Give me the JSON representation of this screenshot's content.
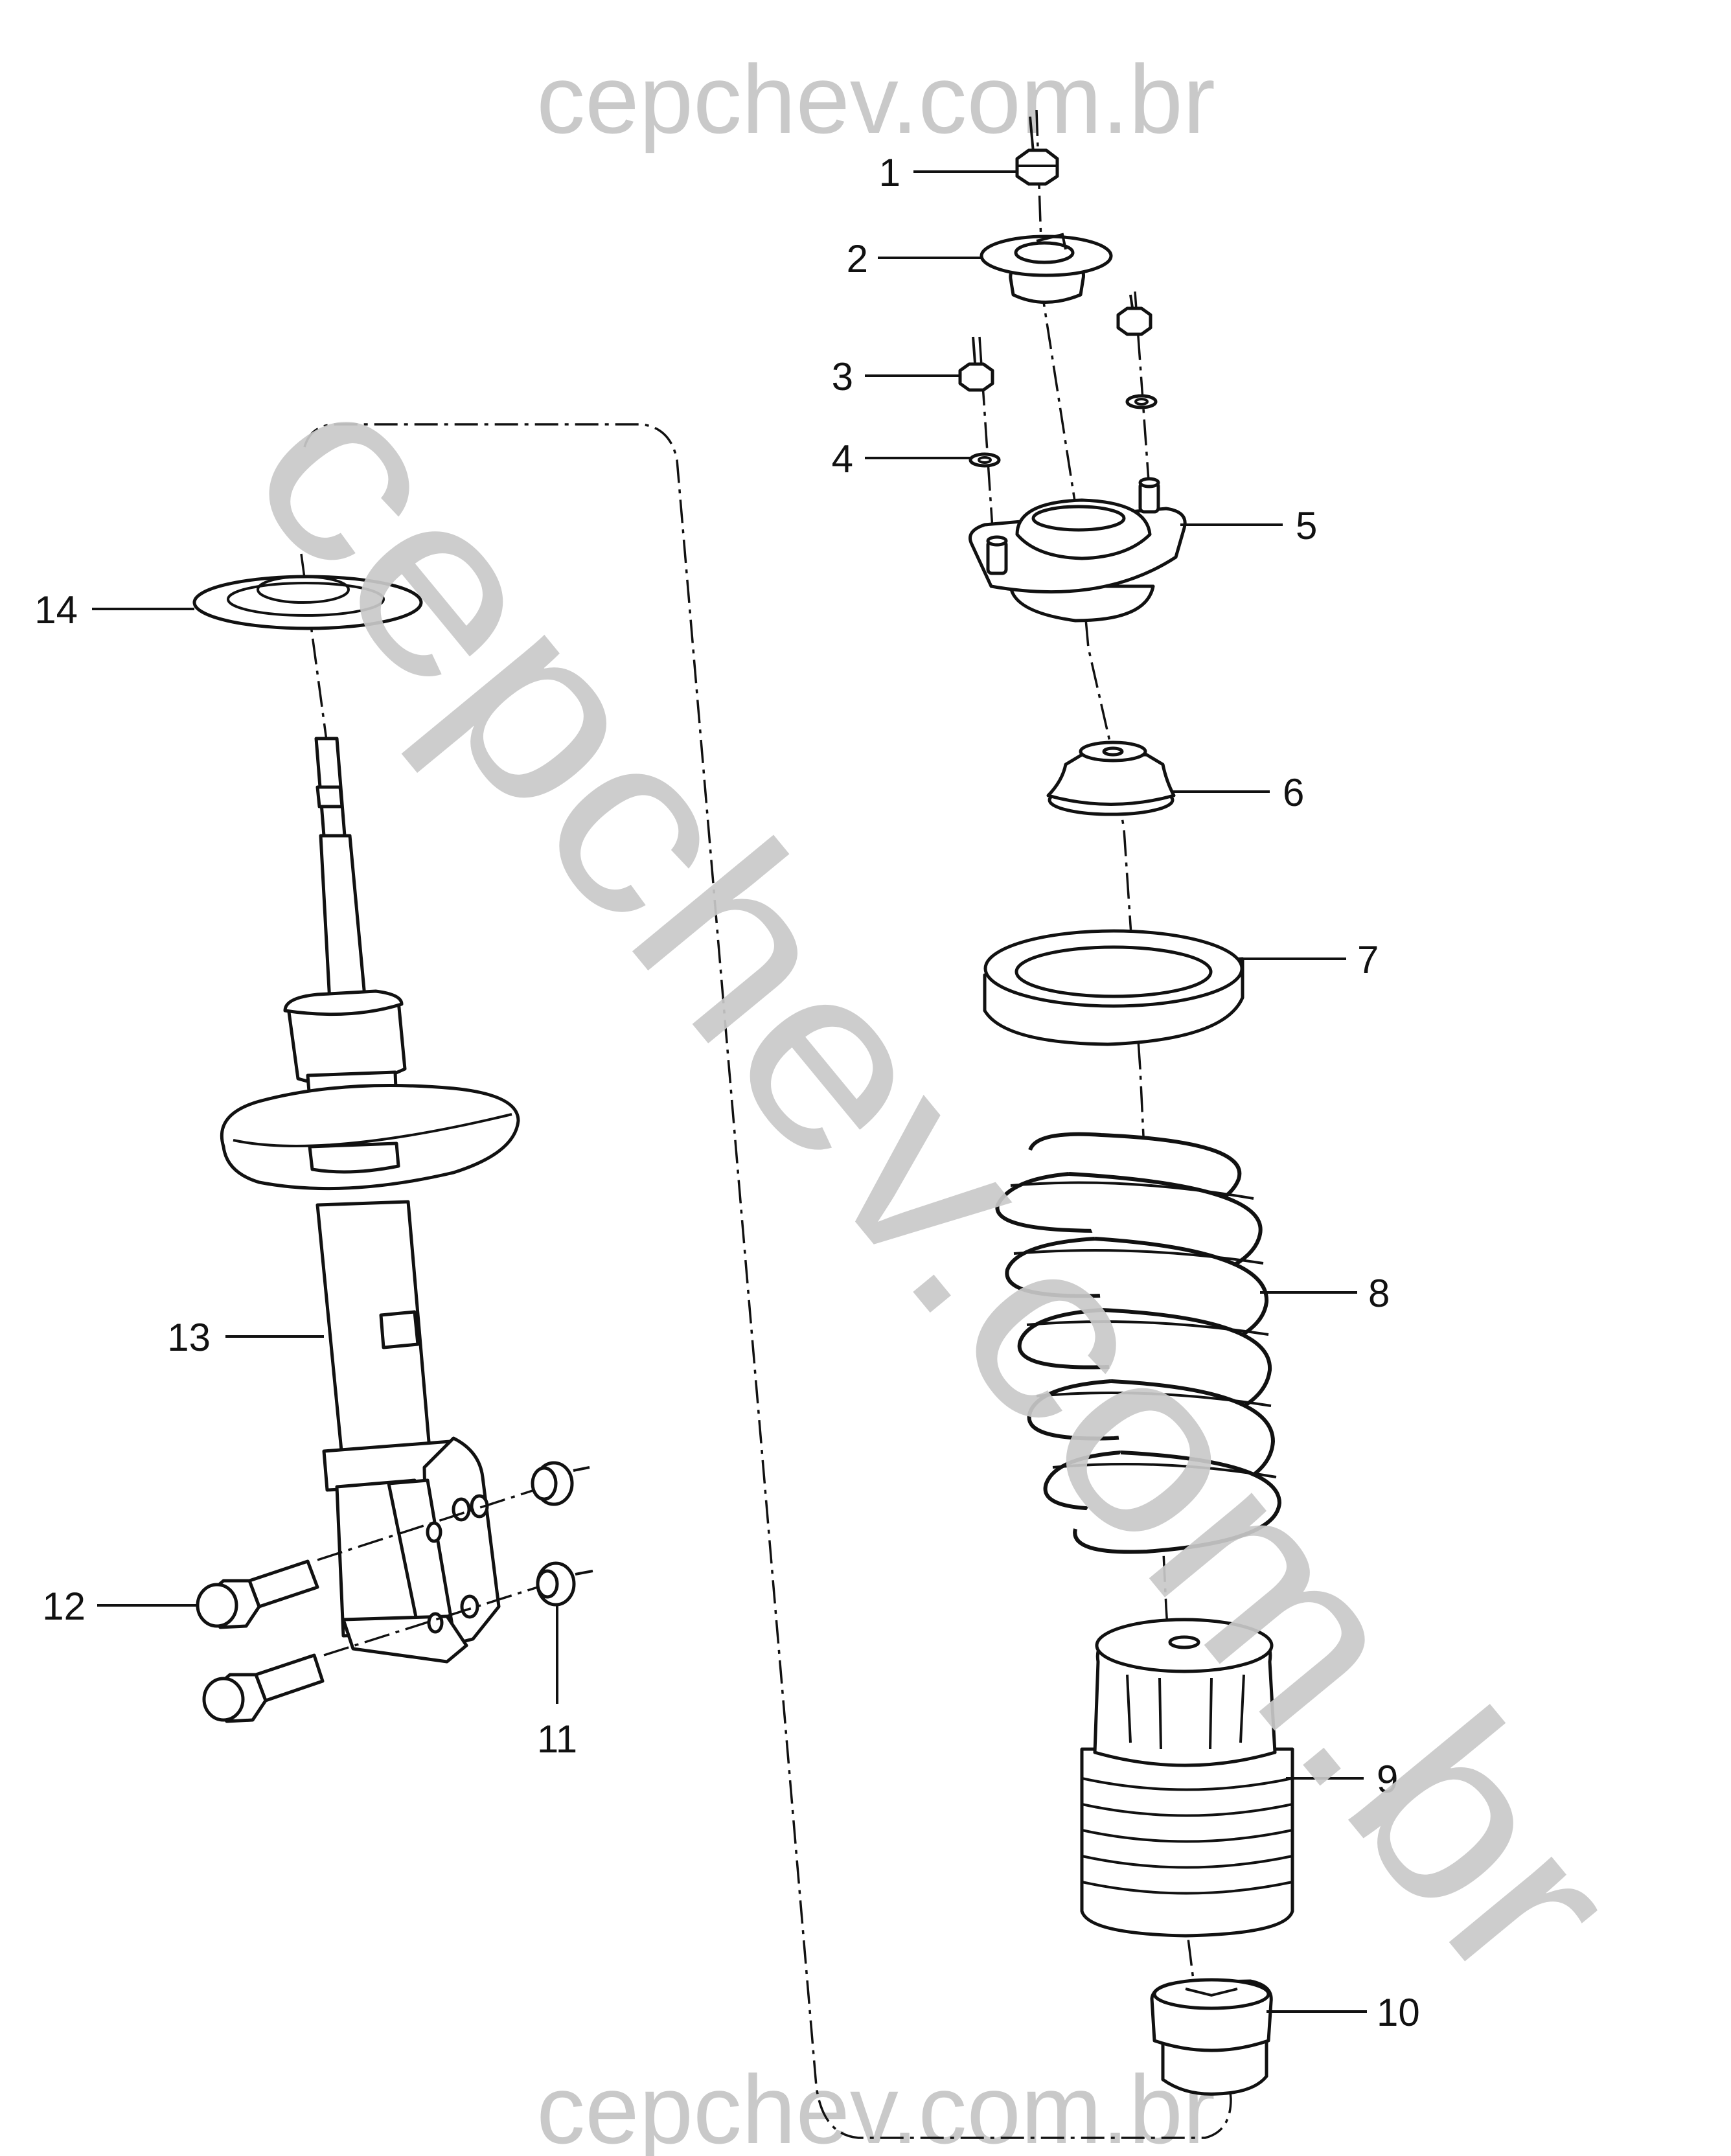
{
  "watermark": {
    "top": "cepchev.com.br",
    "bottom": "cepchev.com.br",
    "diagonal": "cepchev.com.br",
    "color": "#c9c9c9"
  },
  "callouts": [
    {
      "id": 1,
      "label": "1",
      "part": "top-nut"
    },
    {
      "id": 2,
      "label": "2",
      "part": "upper-washer-bushing"
    },
    {
      "id": 3,
      "label": "3",
      "part": "mount-nut"
    },
    {
      "id": 4,
      "label": "4",
      "part": "mount-washer"
    },
    {
      "id": 5,
      "label": "5",
      "part": "strut-mount"
    },
    {
      "id": 6,
      "label": "6",
      "part": "bearing-seat"
    },
    {
      "id": 7,
      "label": "7",
      "part": "upper-spring-insulator"
    },
    {
      "id": 8,
      "label": "8",
      "part": "coil-spring"
    },
    {
      "id": 9,
      "label": "9",
      "part": "dust-boot"
    },
    {
      "id": 10,
      "label": "10",
      "part": "bump-stop"
    },
    {
      "id": 11,
      "label": "11",
      "part": "knuckle-nut"
    },
    {
      "id": 12,
      "label": "12",
      "part": "knuckle-bolt"
    },
    {
      "id": 13,
      "label": "13",
      "part": "strut-assembly"
    },
    {
      "id": 14,
      "label": "14",
      "part": "lower-spring-insulator"
    }
  ]
}
